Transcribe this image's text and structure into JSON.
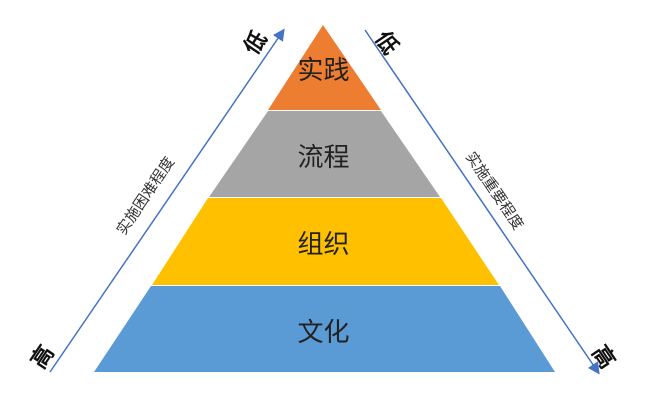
{
  "pyramid": {
    "levels": [
      {
        "label": "实践",
        "color": "#ED7D31"
      },
      {
        "label": "流程",
        "color": "#A5A5A5"
      },
      {
        "label": "组织",
        "color": "#FFC000"
      },
      {
        "label": "文化",
        "color": "#5B9BD5"
      }
    ]
  },
  "left_axis": {
    "label": "实施困难程度",
    "top": "低",
    "bottom": "高"
  },
  "right_axis": {
    "label": "实施重要程度",
    "top": "低",
    "bottom": "高"
  },
  "arrow_color": "#4472C4"
}
